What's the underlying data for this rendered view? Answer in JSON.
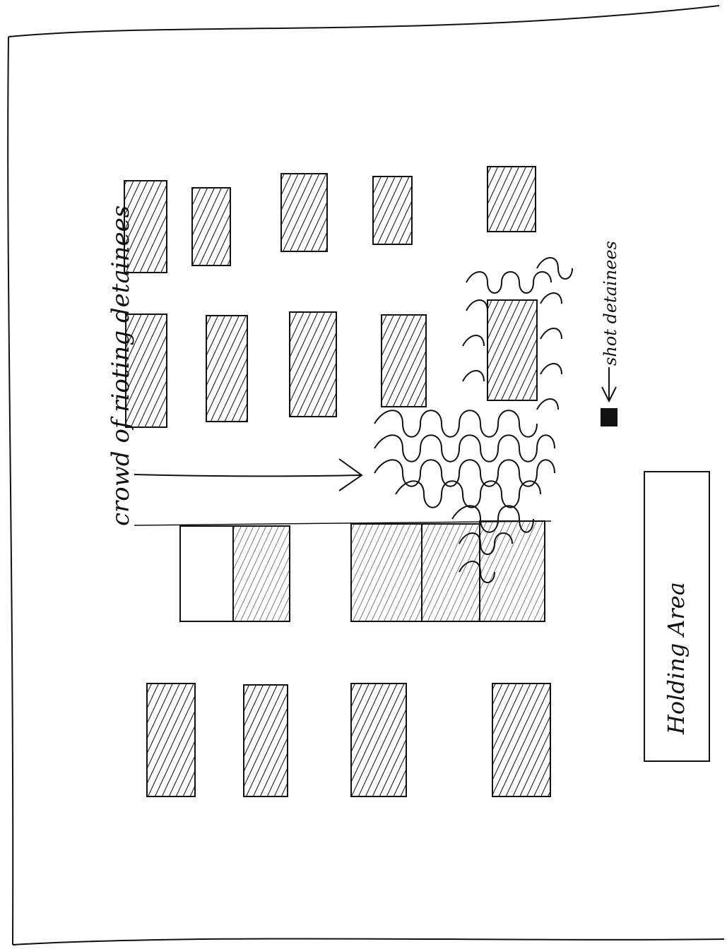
{
  "labels": {
    "crowd": "crowd of rioting detainees",
    "shot": "shot detainees",
    "holding_area": "Holding Area"
  },
  "colors": {
    "ink": "#111111",
    "paper": "#ffffff",
    "hatch": "#1a1a1a"
  },
  "icons": {
    "crowd_arrow": "arrow-right-icon",
    "shot_pointer": "arrow-left-icon",
    "shot_marker": "filled-square-icon"
  }
}
